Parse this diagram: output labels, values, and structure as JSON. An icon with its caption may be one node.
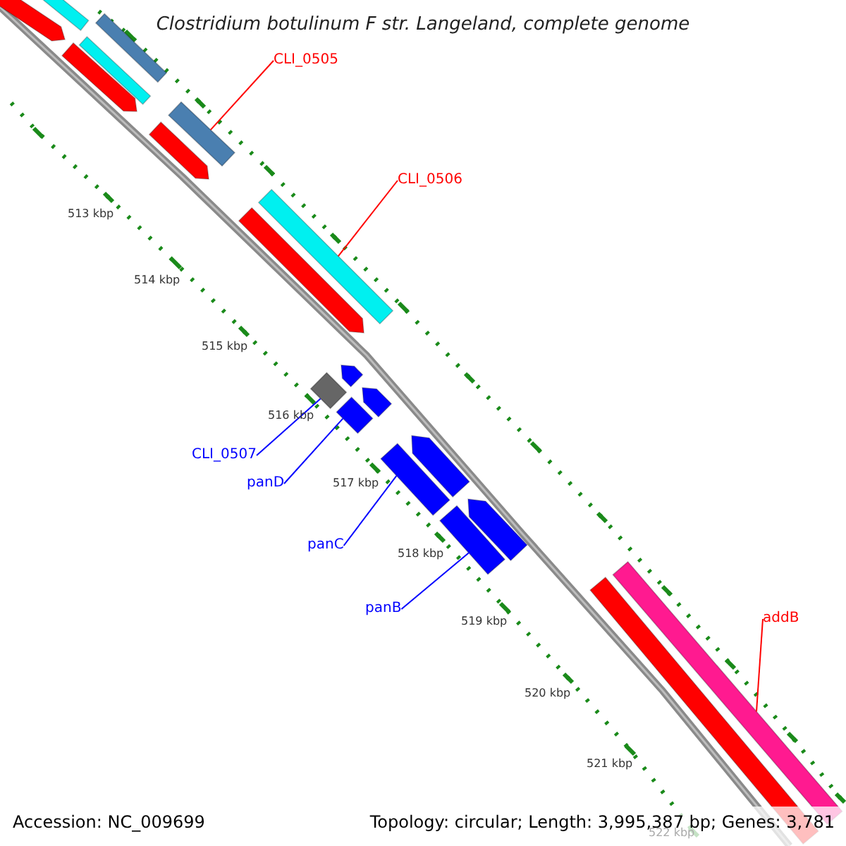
{
  "diagram": {
    "title": "Clostridium botulinum F str. Langeland, complete genome",
    "nodes": [
      {
        "text": [
          "CLI_0505"
        ]
      },
      {
        "text": [
          "CLI_0506"
        ]
      },
      {
        "text": [
          "CLI_0507"
        ]
      },
      {
        "text": [
          "panD"
        ]
      },
      {
        "text": [
          "panC"
        ]
      },
      {
        "text": [
          "panB"
        ]
      },
      {
        "text": [
          "addB"
        ]
      },
      {
        "text": [],
        "shape": "bar"
      },
      {
        "text": [],
        "shape": "bar"
      },
      {
        "text": [],
        "shape": "bar"
      },
      {
        "text": [],
        "shape": "bar"
      },
      {
        "text": [],
        "shape": "bar"
      },
      {
        "text": [],
        "shape": "bar"
      },
      {
        "text": [],
        "shape": "bar"
      },
      {
        "text": [],
        "shape": "bar"
      },
      {
        "text": [],
        "shape": "bar"
      },
      {
        "text": [],
        "shape": "bar"
      },
      {
        "text": [],
        "shape": "bar"
      },
      {
        "text": [],
        "shape": "bar"
      },
      {
        "text": [],
        "shape": "bar"
      },
      {
        "text": [],
        "shape": "bar"
      },
      {
        "text": [],
        "shape": "bar"
      },
      {
        "text": [],
        "shape": "bar"
      },
      {
        "text": [],
        "shape": "bar"
      },
      {
        "text": [],
        "shape": "bar"
      },
      {
        "text": [],
        "shape": "bar"
      }
    ],
    "edges": [
      {
        "from": 0,
        "to": 12,
        "arrow": "none",
        "color": "#ff0000"
      },
      {
        "from": 1,
        "to": 14,
        "arrow": "none",
        "color": "#ff0000"
      },
      {
        "from": 2,
        "to": 16,
        "arrow": "none"
      },
      {
        "from": 3,
        "to": 18,
        "arrow": "none"
      },
      {
        "from": 4,
        "to": 20,
        "arrow": "none"
      },
      {
        "from": 5,
        "to": 22,
        "arrow": "none"
      },
      {
        "from": 6,
        "to": 24,
        "arrow": "none",
        "color": "#ff0000"
      }
    ],
    "labels": [
      "513 kbp",
      "514 kbp",
      "515 kbp",
      "516 kbp",
      "517 kbp",
      "518 kbp",
      "519 kbp",
      "520 kbp",
      "521 kbp",
      "522 kbp",
      "Accession: NC_009699",
      "Topology: circular; Length: 3,995,387 bp; Genes: 3,781"
    ]
  }
}
